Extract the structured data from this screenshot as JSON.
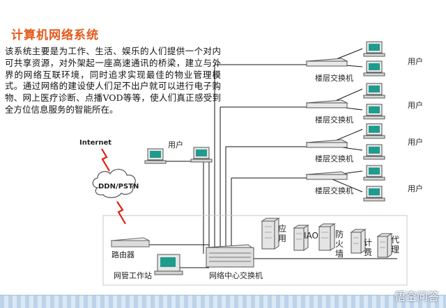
{
  "title": "计算机网络系统",
  "description": "该系统主要是为工作、生活、娱乐的人们提供一个对内可共享资源，对外架起一座高速通讯的桥梁，建立与外界的网络互联环境，同时追求实现最佳的物业管理模式。通过网络的建设使人们足不出户就可以进行电子购物、网上医疗诊断、点播VOD等等，使人们真正感受到全方位信息服务的智能所在。",
  "labels": {
    "internet": "Internet",
    "ddn": "DDN/PSTN",
    "router": "路由器",
    "nms": "网管工作站",
    "core_switch": "网络中心交换机",
    "floor_switch": "楼层交换机",
    "user": "用户",
    "app": "应用",
    "iao": "IAO",
    "firewall": "防火墙",
    "billing": "计费",
    "proxy": "代理"
  },
  "watermark": "悟空问答",
  "colors": {
    "title": "#e25a1c",
    "lightning": "#e02010",
    "wire": "#111111",
    "device": "#e6e6e6",
    "screen": "#1f9c8e"
  }
}
